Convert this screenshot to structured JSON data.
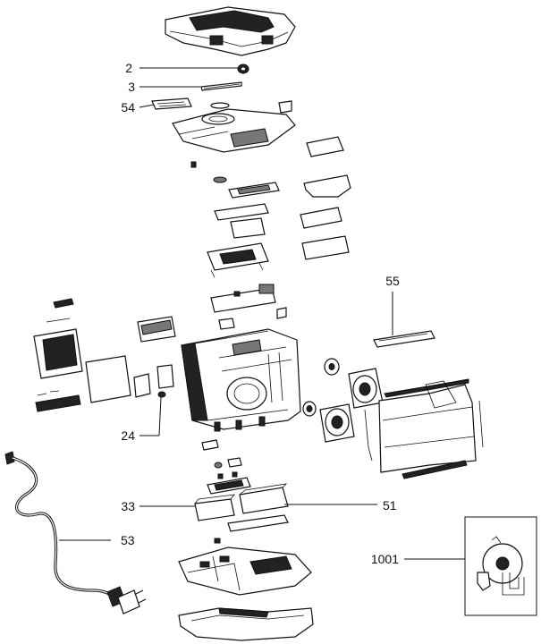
{
  "callouts": {
    "c2": "2",
    "c3": "3",
    "c54": "54",
    "c55": "55",
    "c24": "24",
    "c33": "33",
    "c51": "51",
    "c53": "53",
    "c1001": "1001"
  },
  "colors": {
    "line": "#111111",
    "background": "#ffffff",
    "shade": "#777777"
  }
}
